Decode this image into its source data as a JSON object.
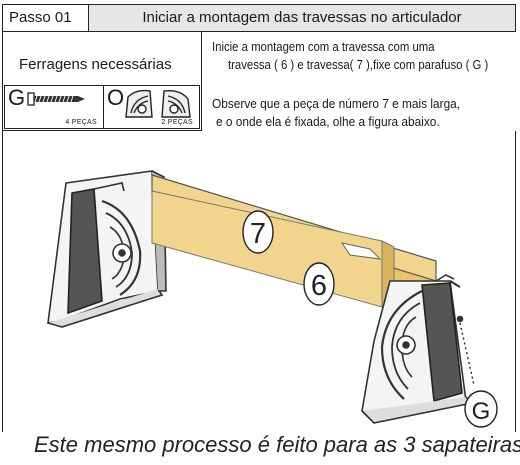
{
  "header": {
    "step": "Passo 01",
    "title": "Iniciar a montagem das travessas no articulador"
  },
  "hardware": {
    "title": "Ferragens necessárias",
    "items": [
      {
        "letter": "G",
        "icon": "screw-icon",
        "count": "4 PEÇAS"
      },
      {
        "letter": "O",
        "icon": "hinge-articulator-icon",
        "count": "2 PEÇAS"
      }
    ]
  },
  "instructions": {
    "line1": "Inicie a montagem com a travessa com  uma",
    "line2": "travessa ( 6 ) e travessa( 7 ),fixe com parafuso ( G )",
    "line3": "Observe que a peça  de número 7 e mais larga,",
    "line4": "e o onde ela é fixada, olhe a figura abaixo."
  },
  "figure": {
    "labels": {
      "rail_back": "7",
      "rail_front": "6",
      "screw": "G"
    },
    "colors": {
      "rail": "#f2d58c",
      "rail_shade": "#d9b45f",
      "hardware": "#444444"
    }
  },
  "footer": "Este mesmo processo é feito para as 3 sapateiras."
}
